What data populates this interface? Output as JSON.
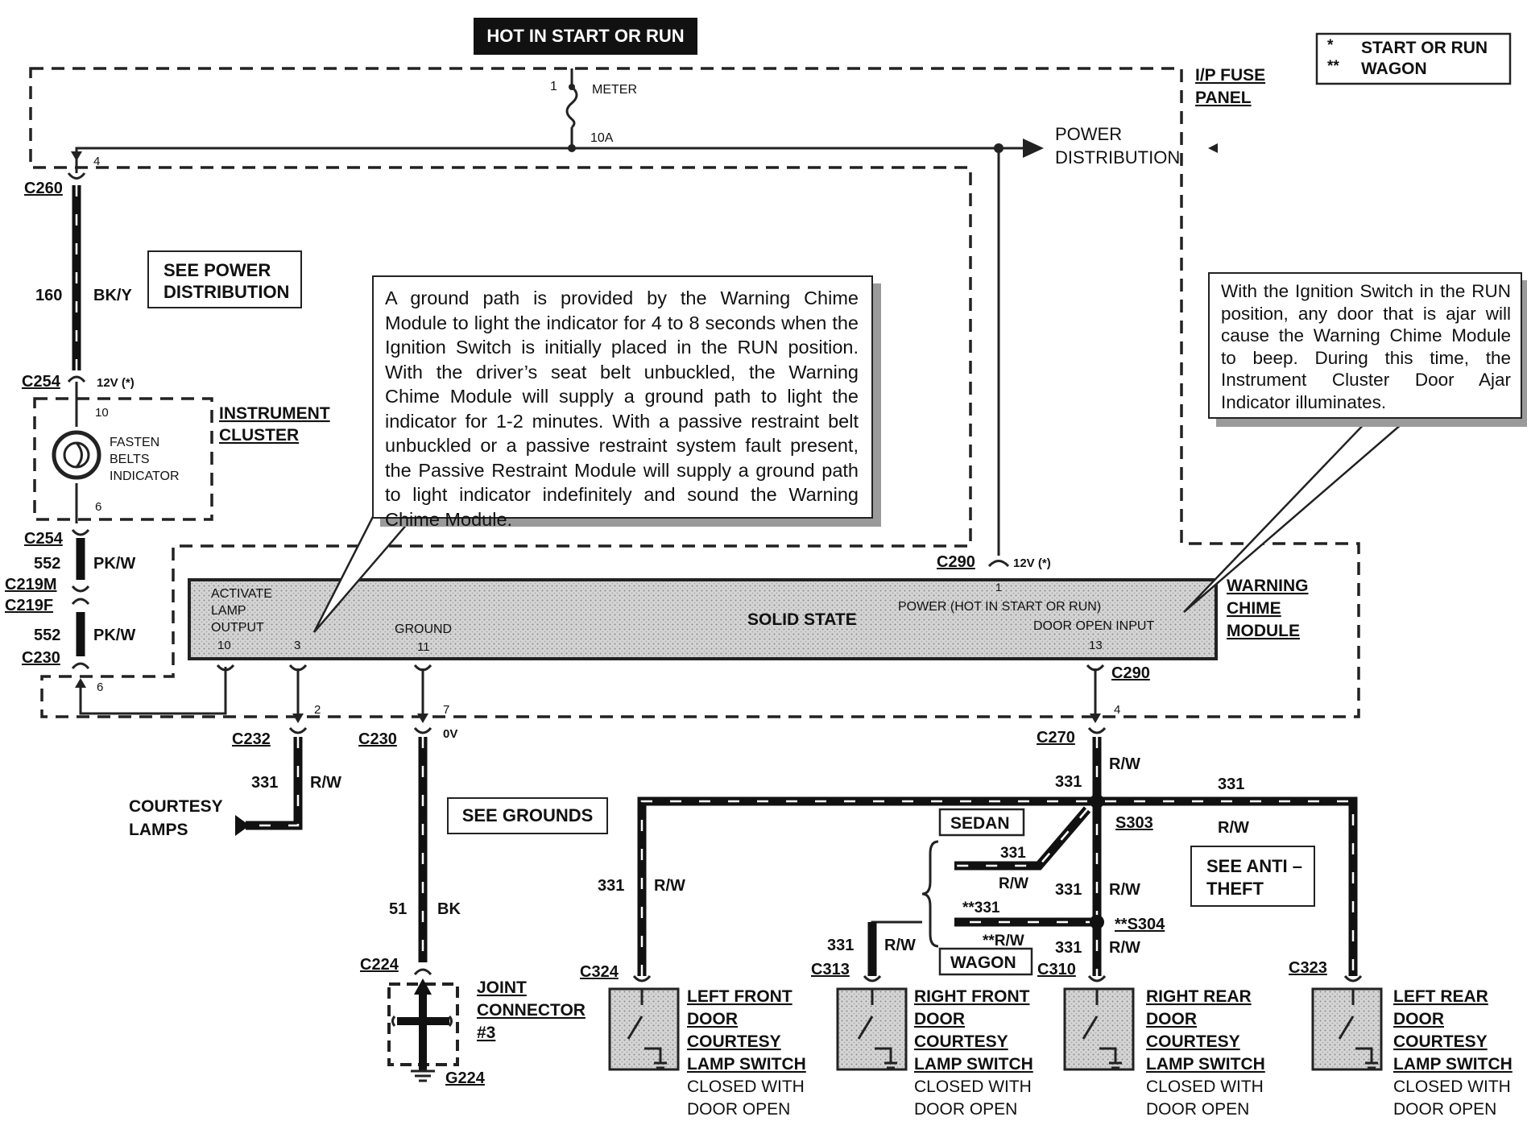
{
  "header": {
    "title": "HOT IN START OR RUN"
  },
  "legend": {
    "start_sym": "*",
    "start_label": "START OR RUN",
    "wagon_sym": "**",
    "wagon_label": "WAGON"
  },
  "fuse_panel": {
    "label1": "I/P FUSE",
    "label2": "PANEL",
    "pin1": "1",
    "fuse_name": "METER",
    "fuse_rating": "10A",
    "pin4": "4"
  },
  "power_distribution": {
    "line1": "POWER",
    "line2": "DISTRIBUTION"
  },
  "see_power_dist": {
    "line1": "SEE POWER",
    "line2": "DISTRIBUTION"
  },
  "see_grounds": "SEE GROUNDS",
  "see_anti_theft": {
    "line1": "SEE ANTI –",
    "line2": "THEFT"
  },
  "connectors": {
    "c260": "C260",
    "c254_top": "C254",
    "c254_bot": "C254",
    "c219m": "C219M",
    "c219f": "C219F",
    "c230_left": "C230",
    "c232": "C232",
    "c230_mid": "C230",
    "c224": "C224",
    "g224": "G224",
    "c290_top": "C290",
    "c290_bot": "C290",
    "c270": "C270",
    "s303": "S303",
    "s304": "**S304",
    "c324": "C324",
    "c313": "C313",
    "c310": "C310",
    "c323": "C323"
  },
  "wires": {
    "w160_num": "160",
    "w160_color": "BK/Y",
    "w552a_num": "552",
    "w552a_color": "PK/W",
    "w552b_num": "552",
    "w552b_color": "PK/W",
    "w331_cl_num": "331",
    "w331_cl_color": "R/W",
    "w51_num": "51",
    "w51_color": "BK",
    "w331_top_num": "331",
    "w331_top_color": "R/W",
    "w331_right_num": "331",
    "w331_right_color": "R/W",
    "w331_lf_num": "331",
    "w331_lf_color": "R/W",
    "w331_sedan_num": "331",
    "w331_sedan_color": "R/W",
    "w331_mid_num": "331",
    "w331_mid_color": "R/W",
    "w331_wagon_num": "**331",
    "w331_wagon_color": "**R/W",
    "w331_rf_num": "331",
    "w331_rf_color": "R/W",
    "w331_rr_num": "331",
    "w331_rr_color": "R/W"
  },
  "voltages": {
    "v12_left": "12V (*)",
    "v12_right": "12V (*)",
    "v0": "0V"
  },
  "instrument_cluster": {
    "label1": "INSTRUMENT",
    "label2": "CLUSTER",
    "pin10": "10",
    "pin6": "6",
    "lamp_line1": "FASTEN",
    "lamp_line2": "BELTS",
    "lamp_line3": "INDICATOR"
  },
  "sedan": "SEDAN",
  "wagon": "WAGON",
  "chime_module": {
    "label1": "WARNING",
    "label2": "CHIME",
    "label3": "MODULE",
    "solid_state": "SOLID STATE",
    "activate1": "ACTIVATE",
    "activate2": "LAMP",
    "activate3": "OUTPUT",
    "ground": "GROUND",
    "power": "POWER (HOT IN START OR RUN)",
    "door_open": "DOOR OPEN INPUT",
    "pin10": "10",
    "pin3": "3",
    "pin11": "11",
    "pin13": "13",
    "pin1": "1",
    "pin6": "6",
    "pin2": "2",
    "pin7": "7",
    "pin4": "4"
  },
  "courtesy_lamps": {
    "line1": "COURTESY",
    "line2": "LAMPS"
  },
  "joint_connector": {
    "line1": "JOINT",
    "line2": "CONNECTOR",
    "line3": "#3"
  },
  "notes": {
    "left": "A ground path is provided by the Warning Chime Module to light the indicator for 4 to 8 seconds when the Ignition Switch is initially placed in the RUN position. With the driver’s seat belt unbuckled, the Warning Chime Module will supply a ground path to light the indicator for 1-2 minutes. With a passive restraint belt unbuckled or a passive restraint system fault present, the Passive Restraint Module will supply a ground path to light indicator indefinitely and sound the Warning Chime Module.",
    "right": "With the Ignition Switch in the RUN position, any door that is ajar will cause the Warning Chime Module to beep. During this time, the Instrument Cluster Door Ajar Indicator illuminates."
  },
  "switches": [
    {
      "name1": "LEFT FRONT",
      "name2": "DOOR",
      "name3": "COURTESY",
      "name4": "LAMP SWITCH",
      "state1": "CLOSED WITH",
      "state2": "DOOR OPEN"
    },
    {
      "name1": "RIGHT FRONT",
      "name2": "DOOR",
      "name3": "COURTESY",
      "name4": "LAMP SWITCH",
      "state1": "CLOSED WITH",
      "state2": "DOOR OPEN"
    },
    {
      "name1": "RIGHT REAR",
      "name2": "DOOR",
      "name3": "COURTESY",
      "name4": "LAMP SWITCH",
      "state1": "CLOSED WITH",
      "state2": "DOOR OPEN"
    },
    {
      "name1": "LEFT REAR",
      "name2": "DOOR",
      "name3": "COURTESY",
      "name4": "LAMP SWITCH",
      "state1": "CLOSED WITH",
      "state2": "DOOR OPEN"
    }
  ]
}
